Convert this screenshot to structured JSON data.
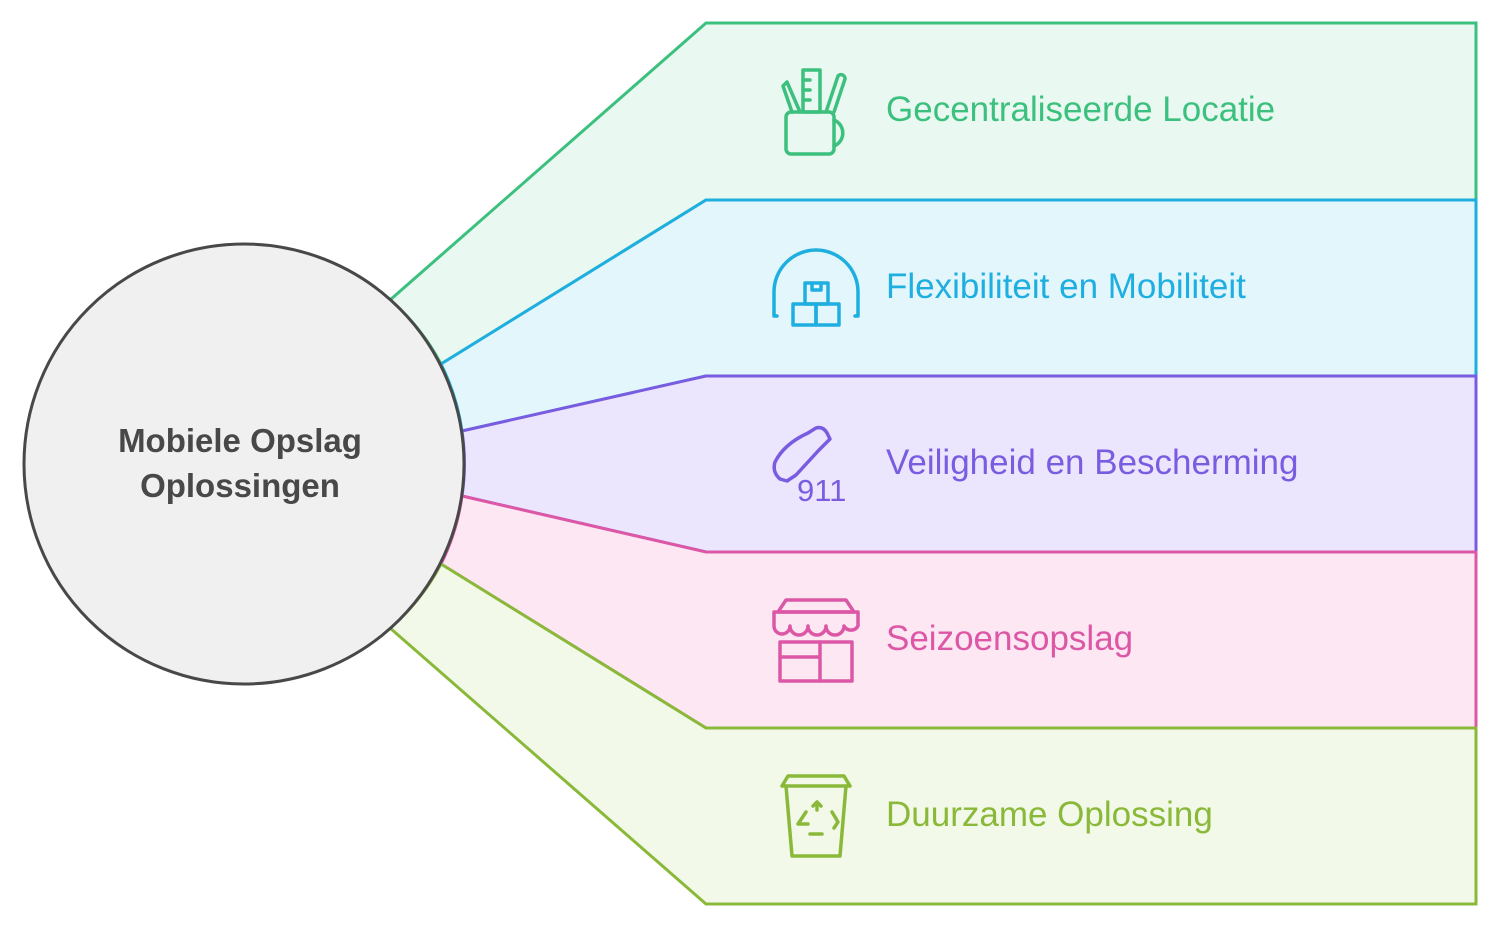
{
  "center": {
    "line1": "Mobiele Opslag",
    "line2": "Oplossingen"
  },
  "items": [
    {
      "label": "Gecentraliseerde Locatie",
      "icon": "pencil-cup-icon",
      "color": "#3cc07e",
      "fill": "#e9f8f0"
    },
    {
      "label": "Flexibiliteit en Mobiliteit",
      "icon": "storage-dome-boxes-icon",
      "color": "#1eaee0",
      "fill": "#e3f6fc"
    },
    {
      "label": "Veiligheid en Bescherming",
      "icon": "emergency-911-phone-icon",
      "icon_text": "911",
      "color": "#7a5ce0",
      "fill": "#ebe6fd"
    },
    {
      "label": "Seizoensopslag",
      "icon": "storefront-icon",
      "color": "#dc58a6",
      "fill": "#fce7f3"
    },
    {
      "label": "Duurzame Oplossing",
      "icon": "recycle-bin-icon",
      "color": "#8ab93a",
      "fill": "#f2f9e9"
    }
  ]
}
